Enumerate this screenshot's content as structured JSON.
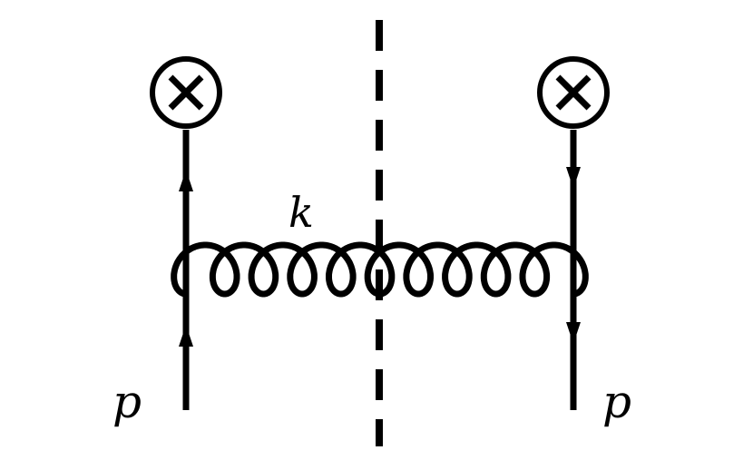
{
  "diagram": {
    "labels": {
      "gluon_momentum": "k",
      "left_quark_momentum": "p",
      "right_quark_momentum": "p"
    },
    "colors": {
      "ink": "#000000",
      "background": "#ffffff"
    },
    "elements": {
      "left_vertex": "operator-insertion-otimes",
      "right_vertex": "operator-insertion-otimes",
      "cut": "dashed-cut-line",
      "gluon": "gluon-propagator"
    }
  }
}
